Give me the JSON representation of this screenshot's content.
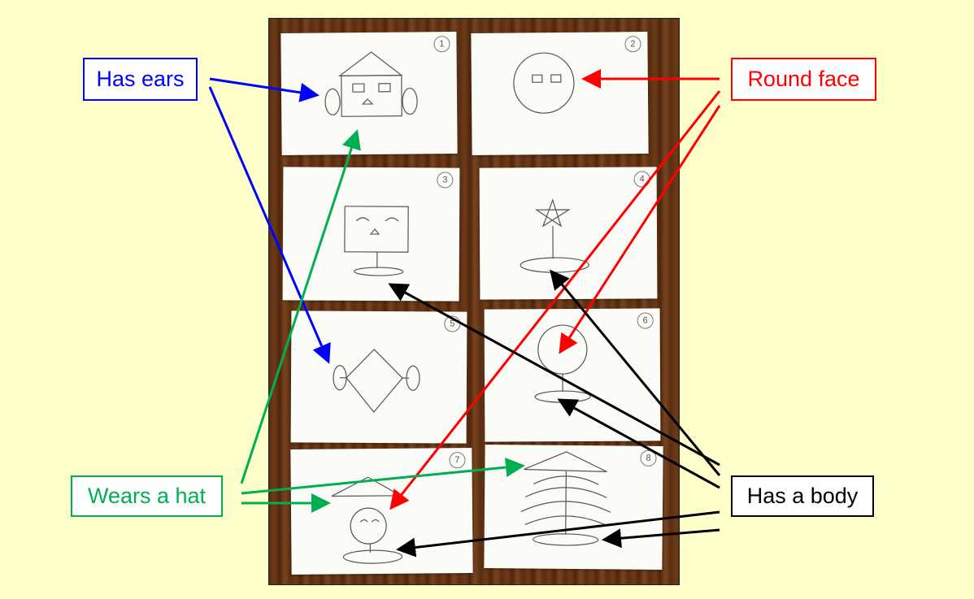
{
  "labels": {
    "has_ears": "Has ears",
    "round_face": "Round face",
    "wears_a_hat": "Wears a hat",
    "has_a_body": "Has a body"
  },
  "cards": [
    "1",
    "2",
    "3",
    "4",
    "5",
    "6",
    "7",
    "8"
  ],
  "colors": {
    "ears": "#0000ff",
    "face": "#ff0000",
    "hat": "#00b050",
    "body": "#000000",
    "background": "#ffffcc"
  }
}
